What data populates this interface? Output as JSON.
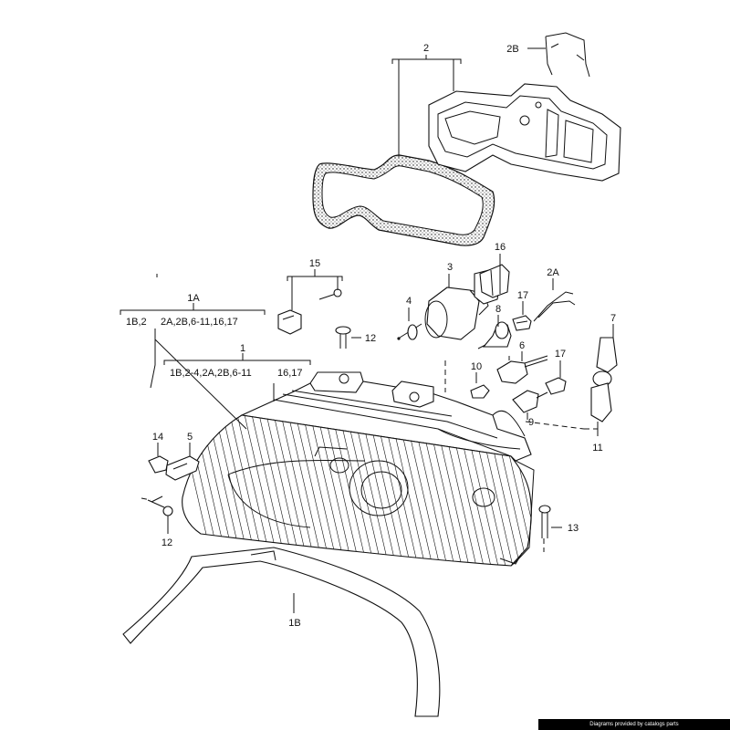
{
  "callouts": {
    "c2": "2",
    "c2B": "2B",
    "c15": "15",
    "c1A": "1A",
    "c1A_left": "1B,2",
    "c1A_right": "2A,2B,6-11,16,17",
    "c1": "1",
    "c1_left": "1B,2-4,2A,2B,6-11",
    "c1_right": "16,17",
    "c3": "3",
    "c16": "16",
    "c2A": "2A",
    "c4": "4",
    "c17a": "17",
    "c8": "8",
    "c6": "6",
    "c7": "7",
    "c12a": "12",
    "c10": "10",
    "c17b": "17",
    "c9": "9",
    "c11": "11",
    "c14": "14",
    "c5": "5",
    "c12b": "12",
    "c13": "13",
    "c1B": "1B"
  },
  "footer": {
    "credit": "Diagrams provided by catalogs parts"
  }
}
